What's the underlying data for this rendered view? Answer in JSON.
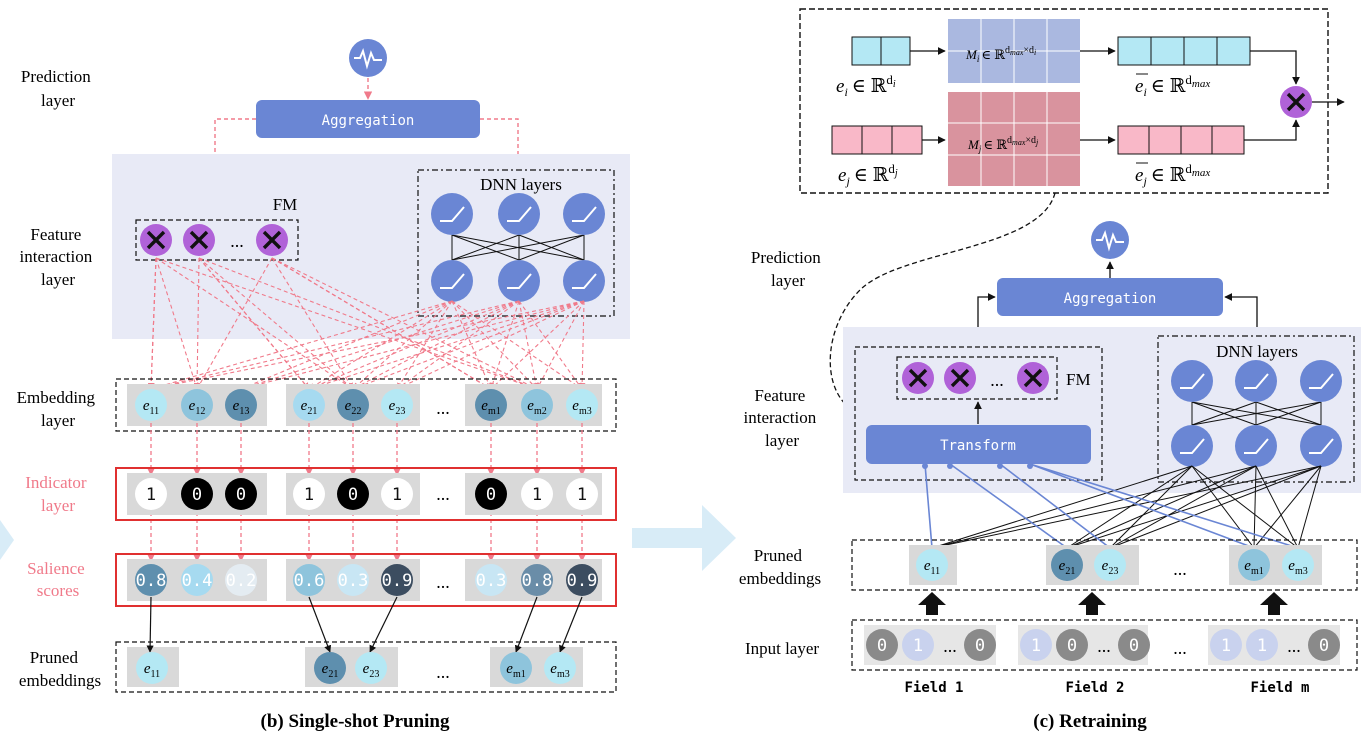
{
  "left": {
    "labels": {
      "prediction": [
        "Prediction",
        "layer"
      ],
      "feature_interaction": [
        "Feature",
        "interaction",
        "layer"
      ],
      "embedding": [
        "Embedding",
        "layer"
      ],
      "indicator": [
        "Indicator",
        "layer"
      ],
      "salience": [
        "Salience",
        "scores"
      ],
      "pruned": [
        "Pruned",
        "embeddings"
      ]
    },
    "aggregation": "Aggregation",
    "fm": "FM",
    "dnn": "DNN layers",
    "ellipsis": "...",
    "embeddings": [
      [
        "e",
        "11"
      ],
      [
        "e",
        "12"
      ],
      [
        "e",
        "13"
      ],
      [
        "e",
        "21"
      ],
      [
        "e",
        "22"
      ],
      [
        "e",
        "23"
      ],
      [
        "e",
        "m1"
      ],
      [
        "e",
        "m2"
      ],
      [
        "e",
        "m3"
      ]
    ],
    "indicators": [
      "1",
      "0",
      "0",
      "1",
      "0",
      "1",
      "0",
      "1",
      "1"
    ],
    "salience": [
      "0.8",
      "0.4",
      "0.2",
      "0.6",
      "0.3",
      "0.9",
      "0.3",
      "0.8",
      "0.9"
    ],
    "pruned": [
      [
        "e",
        "11"
      ],
      [
        "e",
        "21"
      ],
      [
        "e",
        "23"
      ],
      [
        "e",
        "m1"
      ],
      [
        "e",
        "m3"
      ]
    ],
    "caption": "(b) Single-shot Pruning"
  },
  "right": {
    "labels": {
      "prediction": [
        "Prediction",
        "layer"
      ],
      "feature_interaction": [
        "Feature",
        "interaction",
        "layer"
      ],
      "pruned": [
        "Pruned",
        "embeddings"
      ],
      "input": "Input layer"
    },
    "aggregation": "Aggregation",
    "transform": "Transform",
    "fm": "FM",
    "dnn": "DNN layers",
    "ellipsis": "...",
    "pruned": [
      [
        "e",
        "11"
      ],
      [
        "e",
        "21"
      ],
      [
        "e",
        "23"
      ],
      [
        "e",
        "m1"
      ],
      [
        "e",
        "m3"
      ]
    ],
    "inputs": [
      [
        "0",
        "1",
        "...",
        "0"
      ],
      [
        "1",
        "0",
        "...",
        "0"
      ],
      [
        "1",
        "1",
        "...",
        "0"
      ]
    ],
    "fields": [
      "Field 1",
      "Field 2",
      "Field m"
    ],
    "caption": "(c) Retraining"
  },
  "inset": {
    "ei": "e",
    "ei_sub": "i",
    "ei_space": "∈ ℝ",
    "ei_dim": "d",
    "ei_dim_sub": "i",
    "ej": "e",
    "ej_sub": "j",
    "ej_space": "∈ ℝ",
    "ej_dim": "d",
    "ej_dim_sub": "j",
    "mi": "M",
    "mi_sub": "i",
    "mi_rest": "∈ ℝ",
    "mi_sup": "d",
    "mi_sup_sub": "max",
    "mi_sup_tail": "×d",
    "mi_sup_tail_sub": "i",
    "mj": "M",
    "mj_sub": "j",
    "mj_rest": "∈ ℝ",
    "mj_sup": "d",
    "mj_sup_sub": "max",
    "mj_sup_tail": "×d",
    "mj_sup_tail_sub": "j",
    "bei": "e",
    "bei_sub": "i",
    "bei_space": "∈ ℝ",
    "bei_dim": "d",
    "bei_dim_sub": "max",
    "bej": "e",
    "bej_sub": "j",
    "bej_space": "∈ ℝ",
    "bej_dim": "d",
    "bej_dim_sub": "max"
  },
  "colors": {
    "blue": "#6a86d4",
    "purple": "#b062d8",
    "panel": "#e8eaf6",
    "red": "#e03030",
    "salmon": "#f07a8a",
    "cyan": "#b4e8f4",
    "pink": "#f9b8c8",
    "mi": "#aab8e0",
    "mj": "#d9939e"
  }
}
